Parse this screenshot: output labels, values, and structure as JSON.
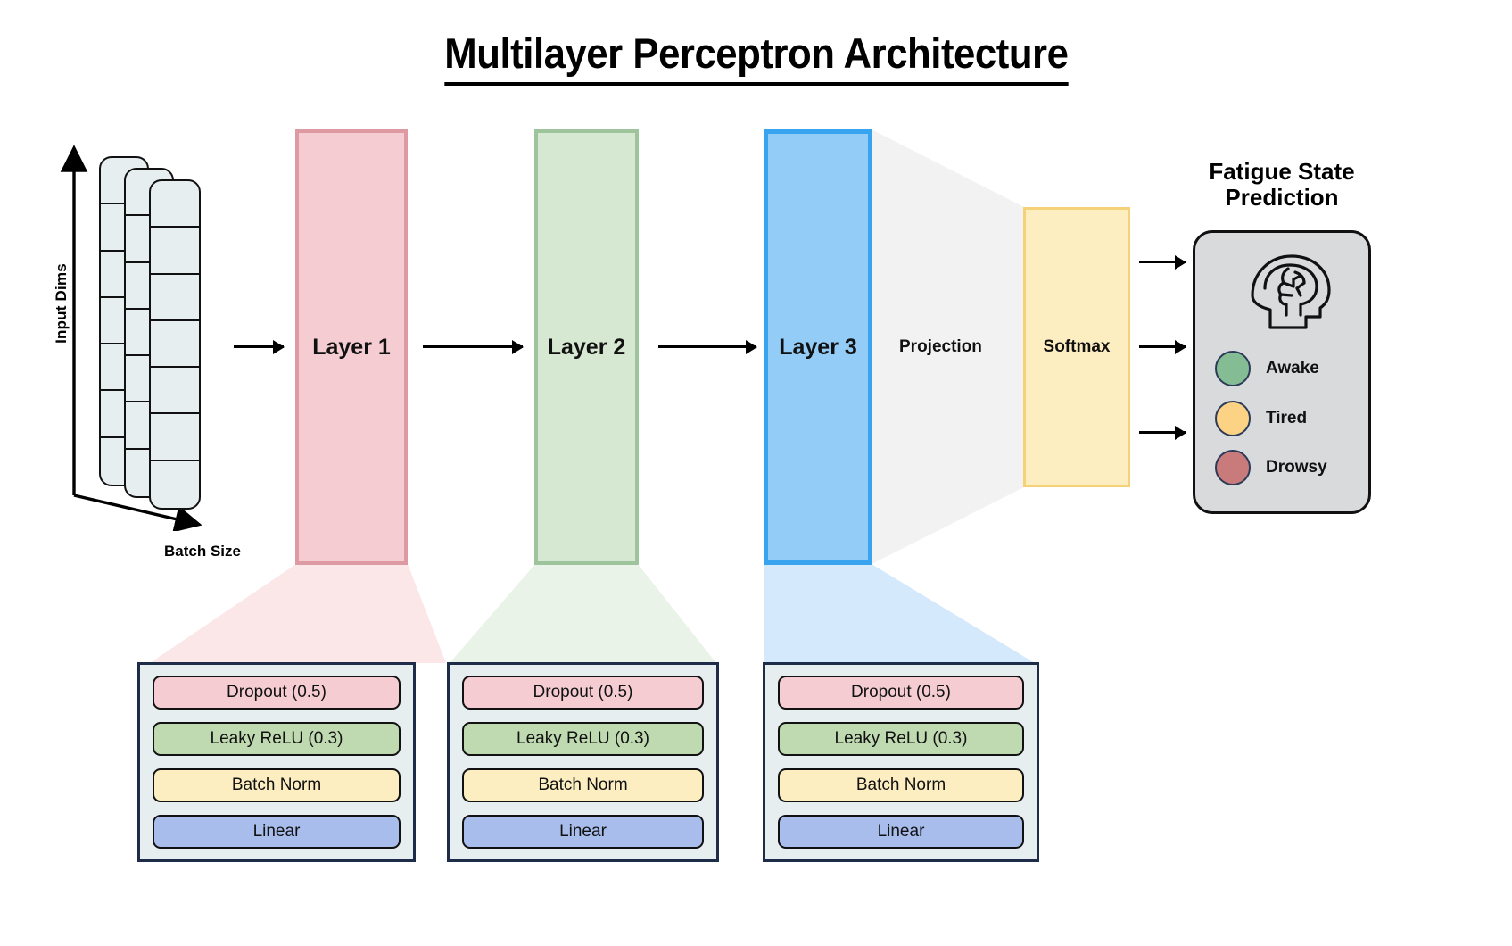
{
  "title": "Multilayer Perceptron Architecture",
  "input": {
    "dims_label": "Input Dims",
    "batch_label": "Batch Size",
    "columns": 3,
    "cells_per_column": 7,
    "fill": "#e6eef0",
    "stroke": "#111111"
  },
  "layers": [
    {
      "label": "Layer 1",
      "fill": "#f5ccd1",
      "stroke": "#de9aa2",
      "funnel_fill": "#fbe6e8"
    },
    {
      "label": "Layer 2",
      "fill": "#d6e8d1",
      "stroke": "#9dc49a",
      "funnel_fill": "#eaf3e7"
    },
    {
      "label": "Layer 3",
      "fill": "#94ccf8",
      "stroke": "#38a4f0",
      "funnel_fill": "#d4e9fb"
    }
  ],
  "projection": {
    "label": "Projection",
    "fill": "#f2f2f2"
  },
  "softmax": {
    "label": "Softmax",
    "fill": "#fdeec2",
    "stroke": "#f5d177"
  },
  "prediction": {
    "title_line1": "Fatigue State",
    "title_line2": "Prediction",
    "panel_fill": "#d9dadc",
    "icon": "brain-head-icon",
    "classes": [
      {
        "label": "Awake",
        "color": "#84bd94"
      },
      {
        "label": "Tired",
        "color": "#fcd285"
      },
      {
        "label": "Drowsy",
        "color": "#c97b7b"
      }
    ]
  },
  "detail_blocks": [
    {
      "for_layer": "Layer 1",
      "rows": [
        {
          "label": "Dropout (0.5)",
          "color": "#f4ccd1"
        },
        {
          "label": "Leaky ReLU (0.3)",
          "color": "#bfd9b1"
        },
        {
          "label": "Batch Norm",
          "color": "#fdeec2"
        },
        {
          "label": "Linear",
          "color": "#a8bdec"
        }
      ]
    },
    {
      "for_layer": "Layer 2",
      "rows": [
        {
          "label": "Dropout (0.5)",
          "color": "#f4ccd1"
        },
        {
          "label": "Leaky ReLU (0.3)",
          "color": "#bfd9b1"
        },
        {
          "label": "Batch Norm",
          "color": "#fdeec2"
        },
        {
          "label": "Linear",
          "color": "#a8bdec"
        }
      ]
    },
    {
      "for_layer": "Layer 3",
      "rows": [
        {
          "label": "Dropout (0.5)",
          "color": "#f4ccd1"
        },
        {
          "label": "Leaky ReLU (0.3)",
          "color": "#bfd9b1"
        },
        {
          "label": "Batch Norm",
          "color": "#fdeec2"
        },
        {
          "label": "Linear",
          "color": "#a8bdec"
        }
      ]
    }
  ],
  "flow_arrows": 6
}
